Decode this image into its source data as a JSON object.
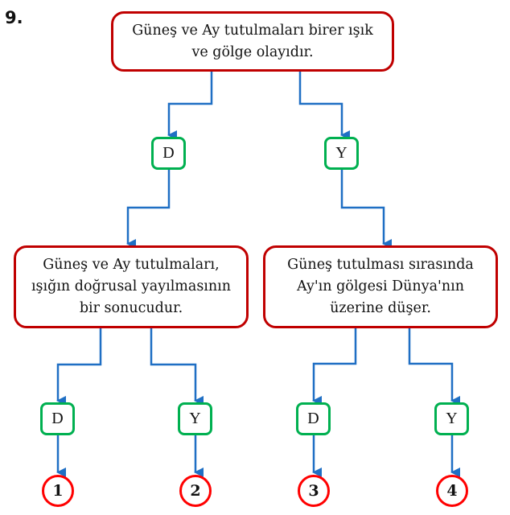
{
  "question": {
    "number": "9."
  },
  "colors": {
    "statement_border": "#c00000",
    "answer_border": "#00b050",
    "outcome_border": "#ff0000",
    "arrow": "#1f6fc4"
  },
  "statements": {
    "top": {
      "lines": [
        "Güneş ve Ay tutulmaları birer ışık",
        "ve gölge olayıdır."
      ]
    },
    "left": {
      "lines": [
        "Güneş ve Ay tutulmaları,",
        "ışığın doğrusal yayılmasının",
        "bir sonucudur."
      ]
    },
    "right": {
      "lines": [
        "Güneş tutulması sırasında",
        "Ay'ın gölgesi Dünya'nın",
        "üzerine düşer."
      ]
    }
  },
  "answers": {
    "level1": [
      "D",
      "Y"
    ],
    "level2": [
      "D",
      "Y",
      "D",
      "Y"
    ]
  },
  "outcomes": [
    "1",
    "2",
    "3",
    "4"
  ]
}
